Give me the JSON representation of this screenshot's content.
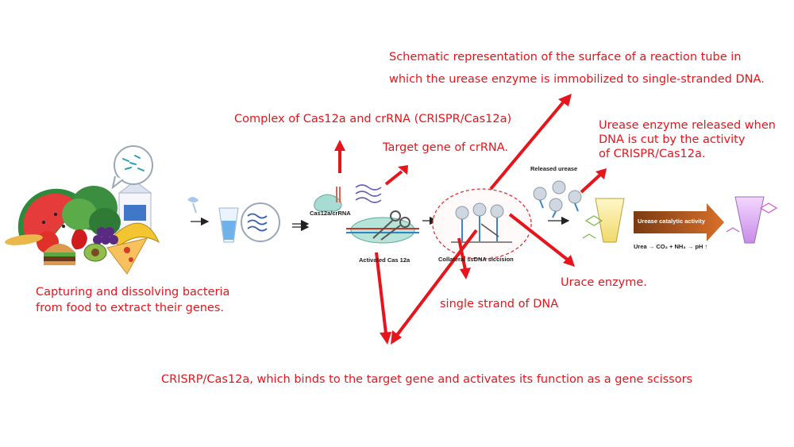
{
  "annotations": {
    "schematic_line1": "Schematic representation of the surface of a reaction tube in",
    "schematic_line2": "which the urease enzyme is immobilized to single-stranded DNA.",
    "complex": "Complex of Cas12a and crRNA (CRISPR/Cas12a)",
    "target_gene": "Target gene of crRNA.",
    "released_line1": "Urease enzyme released when",
    "released_line2": "DNA is cut by the activity",
    "released_line3": "of CRISPR/Cas12a.",
    "capture_line1": "Capturing and dissolving bacteria",
    "capture_line2": "from food to extract their genes.",
    "urace": "Urace enzyme.",
    "single_strand": "single strand of DNA",
    "crisrp": "CRISRP/Cas12a, which binds to the target gene and activates its function as a gene scissors"
  },
  "labels": {
    "cas12a_crrna": "Cas12a/crRNA",
    "activated": "Activated Cas 12a",
    "collateral": "Collateral ssDNA siccision",
    "released_urease": "Released urease",
    "catalytic": "Urease catalytic activity",
    "reaction": "Urea → CO₂ + NH₃ → pH ↑"
  },
  "colors": {
    "annotation_red": "#e8141b",
    "arrow_red": "#e8141b",
    "catalytic_arrow": "#c8571b"
  }
}
